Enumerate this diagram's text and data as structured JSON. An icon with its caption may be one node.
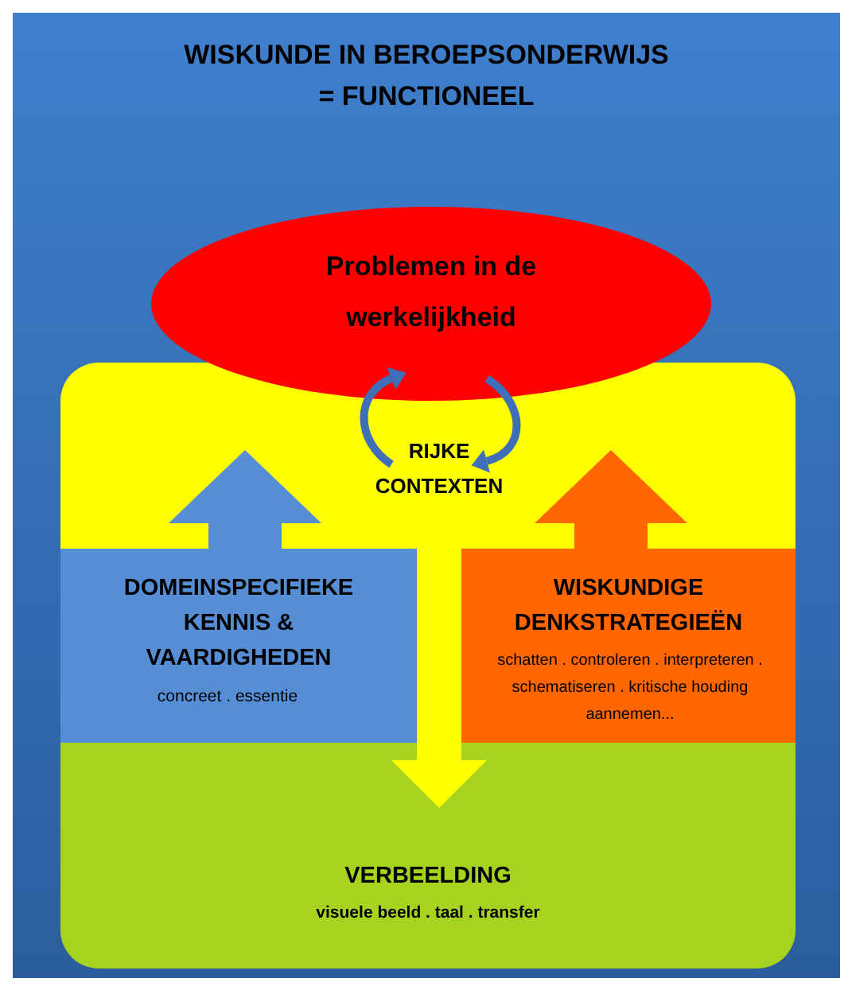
{
  "diagram": {
    "title": "WISKUNDE IN BEROEPSONDERWIJS = FUNCTIONEEL",
    "nodes": [
      {
        "text": [
          "Problemen in de werkelijkheid"
        ]
      },
      {
        "text": [
          "RIJKE CONTEXTEN"
        ]
      },
      {
        "text": [
          "DOMEINSPECIFIEKE KENNIS & VAARDIGHEDEN",
          "concreet . essentie"
        ]
      },
      {
        "text": [
          "WISKUNDIGE DENKSTRATEGIEËN",
          "schatten . controleren . interpreteren . schematiseren . kritische houding aannemen..."
        ]
      },
      {
        "text": [
          "VERBEELDING",
          "visuele beeld . taal . transfer"
        ]
      }
    ],
    "edges": [
      {
        "from": 2,
        "to": 1,
        "arrow": "to",
        "color": "#558ed5"
      },
      {
        "from": 3,
        "to": 1,
        "arrow": "to",
        "color": "#ff6600"
      },
      {
        "from": 1,
        "to": 4,
        "arrow": "to",
        "color": "#ffff00"
      },
      {
        "from": 1,
        "to": 0,
        "arrow": "to",
        "color": "#3e6fb8"
      },
      {
        "from": 0,
        "to": 1,
        "arrow": "to",
        "color": "#3e6fb8"
      }
    ]
  }
}
